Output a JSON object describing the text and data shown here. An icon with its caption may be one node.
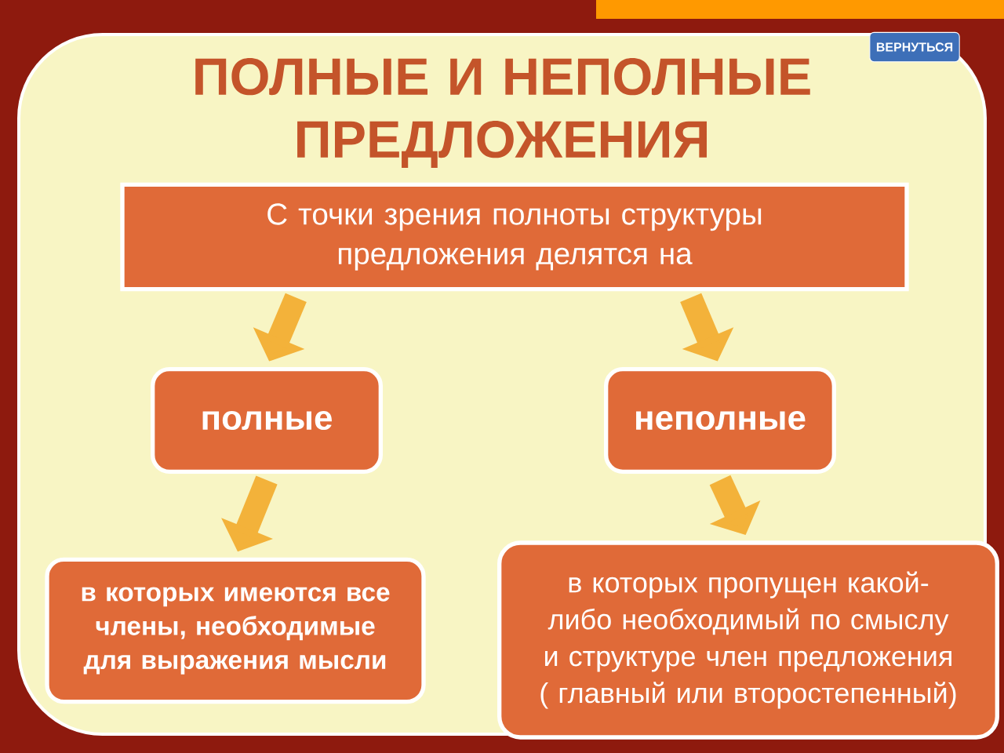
{
  "diagram": {
    "title": "ПОЛНЫЕ И НЕПОЛНЫЕ ПРЕДЛОЖЕНИЯ",
    "nodes": [
      {
        "text": [
          "С точки зрения полноты структуры предложения делятся на"
        ]
      },
      {
        "text": [
          "полные"
        ]
      },
      {
        "text": [
          "неполные"
        ]
      },
      {
        "text": [
          "в которых имеются все члены, необходимые для выражения мысли"
        ]
      },
      {
        "text": [
          "в которых пропущен какой-либо необходимый по смыслу и структуре член предложения ( главный или второстепенный)"
        ]
      }
    ],
    "edges": [
      {
        "from": 0,
        "to": 1,
        "arrow": "to"
      },
      {
        "from": 0,
        "to": 2,
        "arrow": "to"
      },
      {
        "from": 1,
        "to": 3,
        "arrow": "to"
      },
      {
        "from": 2,
        "to": 4,
        "arrow": "to"
      }
    ],
    "labels": [
      "ВЕРНУТЬСЯ"
    ]
  }
}
